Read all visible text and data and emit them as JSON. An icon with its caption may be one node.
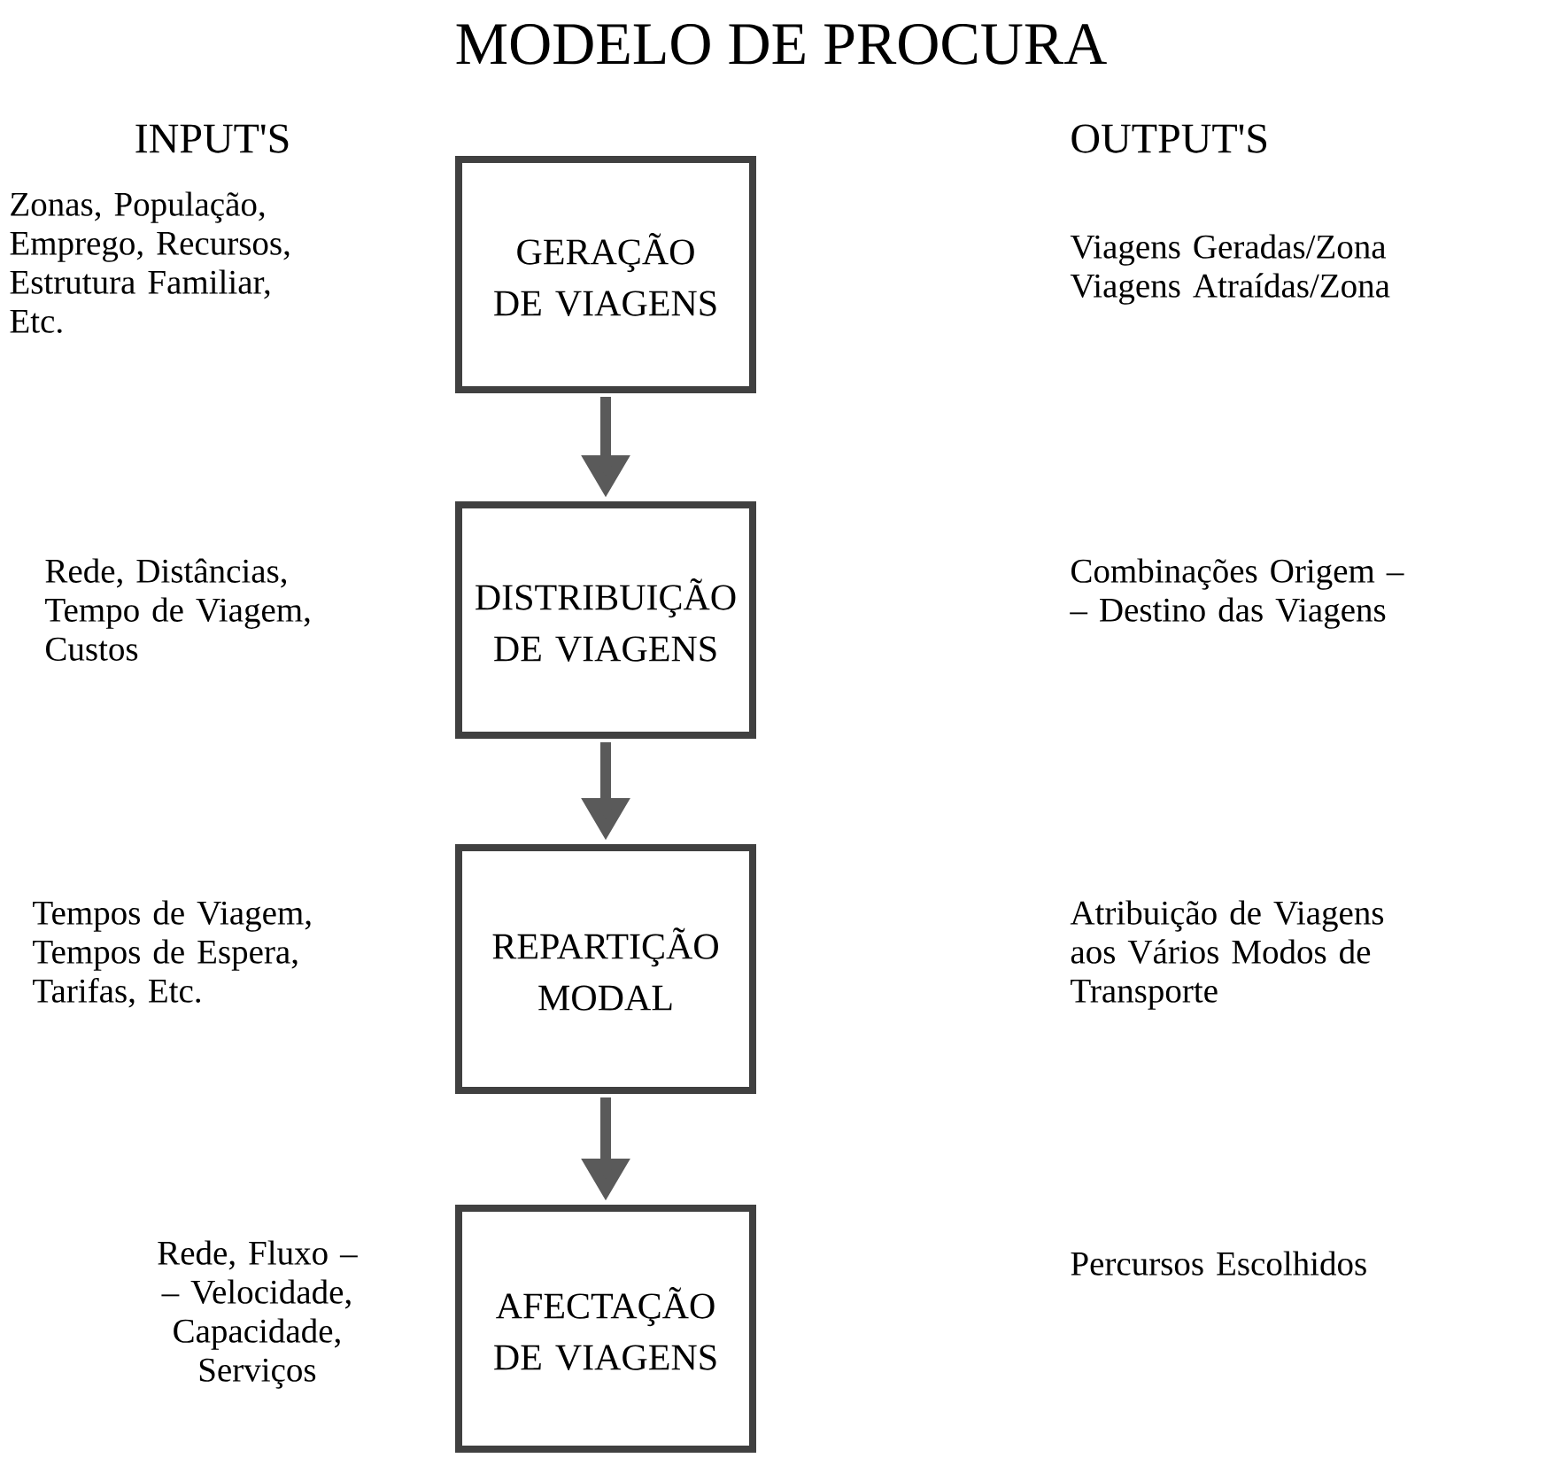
{
  "diagram": {
    "title": "MODELO DE PROCURA",
    "nodes": [
      {
        "text": [
          "GERAÇÃO DE VIAGENS"
        ]
      },
      {
        "text": [
          "DISTRIBUIÇÃO DE VIAGENS"
        ]
      },
      {
        "text": [
          "REPARTIÇÃO MODAL"
        ]
      },
      {
        "text": [
          "AFECTAÇÃO DE VIAGENS"
        ]
      }
    ],
    "edges": [
      {
        "from": 0,
        "to": 1,
        "arrow": "to"
      },
      {
        "from": 1,
        "to": 2,
        "arrow": "to"
      },
      {
        "from": 2,
        "to": 3,
        "arrow": "to"
      }
    ],
    "labels": [
      "INPUT'S",
      "OUTPUT'S",
      "Zonas, População, Emprego, Recursos, Estrutura Familiar, Etc.",
      "Viagens Geradas/Zona Viagens Atraídas/Zona",
      "Rede, Distâncias, Tempo de Viagem, Custos",
      "Combinações Origem – – Destino das Viagens",
      "Tempos de Viagem, Tempos de Espera, Tarifas, Etc.",
      "Atribuição de Viagens aos Vários Modos de Transporte",
      "Rede, Fluxo – – Velocidade, Capacidade, Serviços",
      "Percursos Escolhidos"
    ]
  }
}
